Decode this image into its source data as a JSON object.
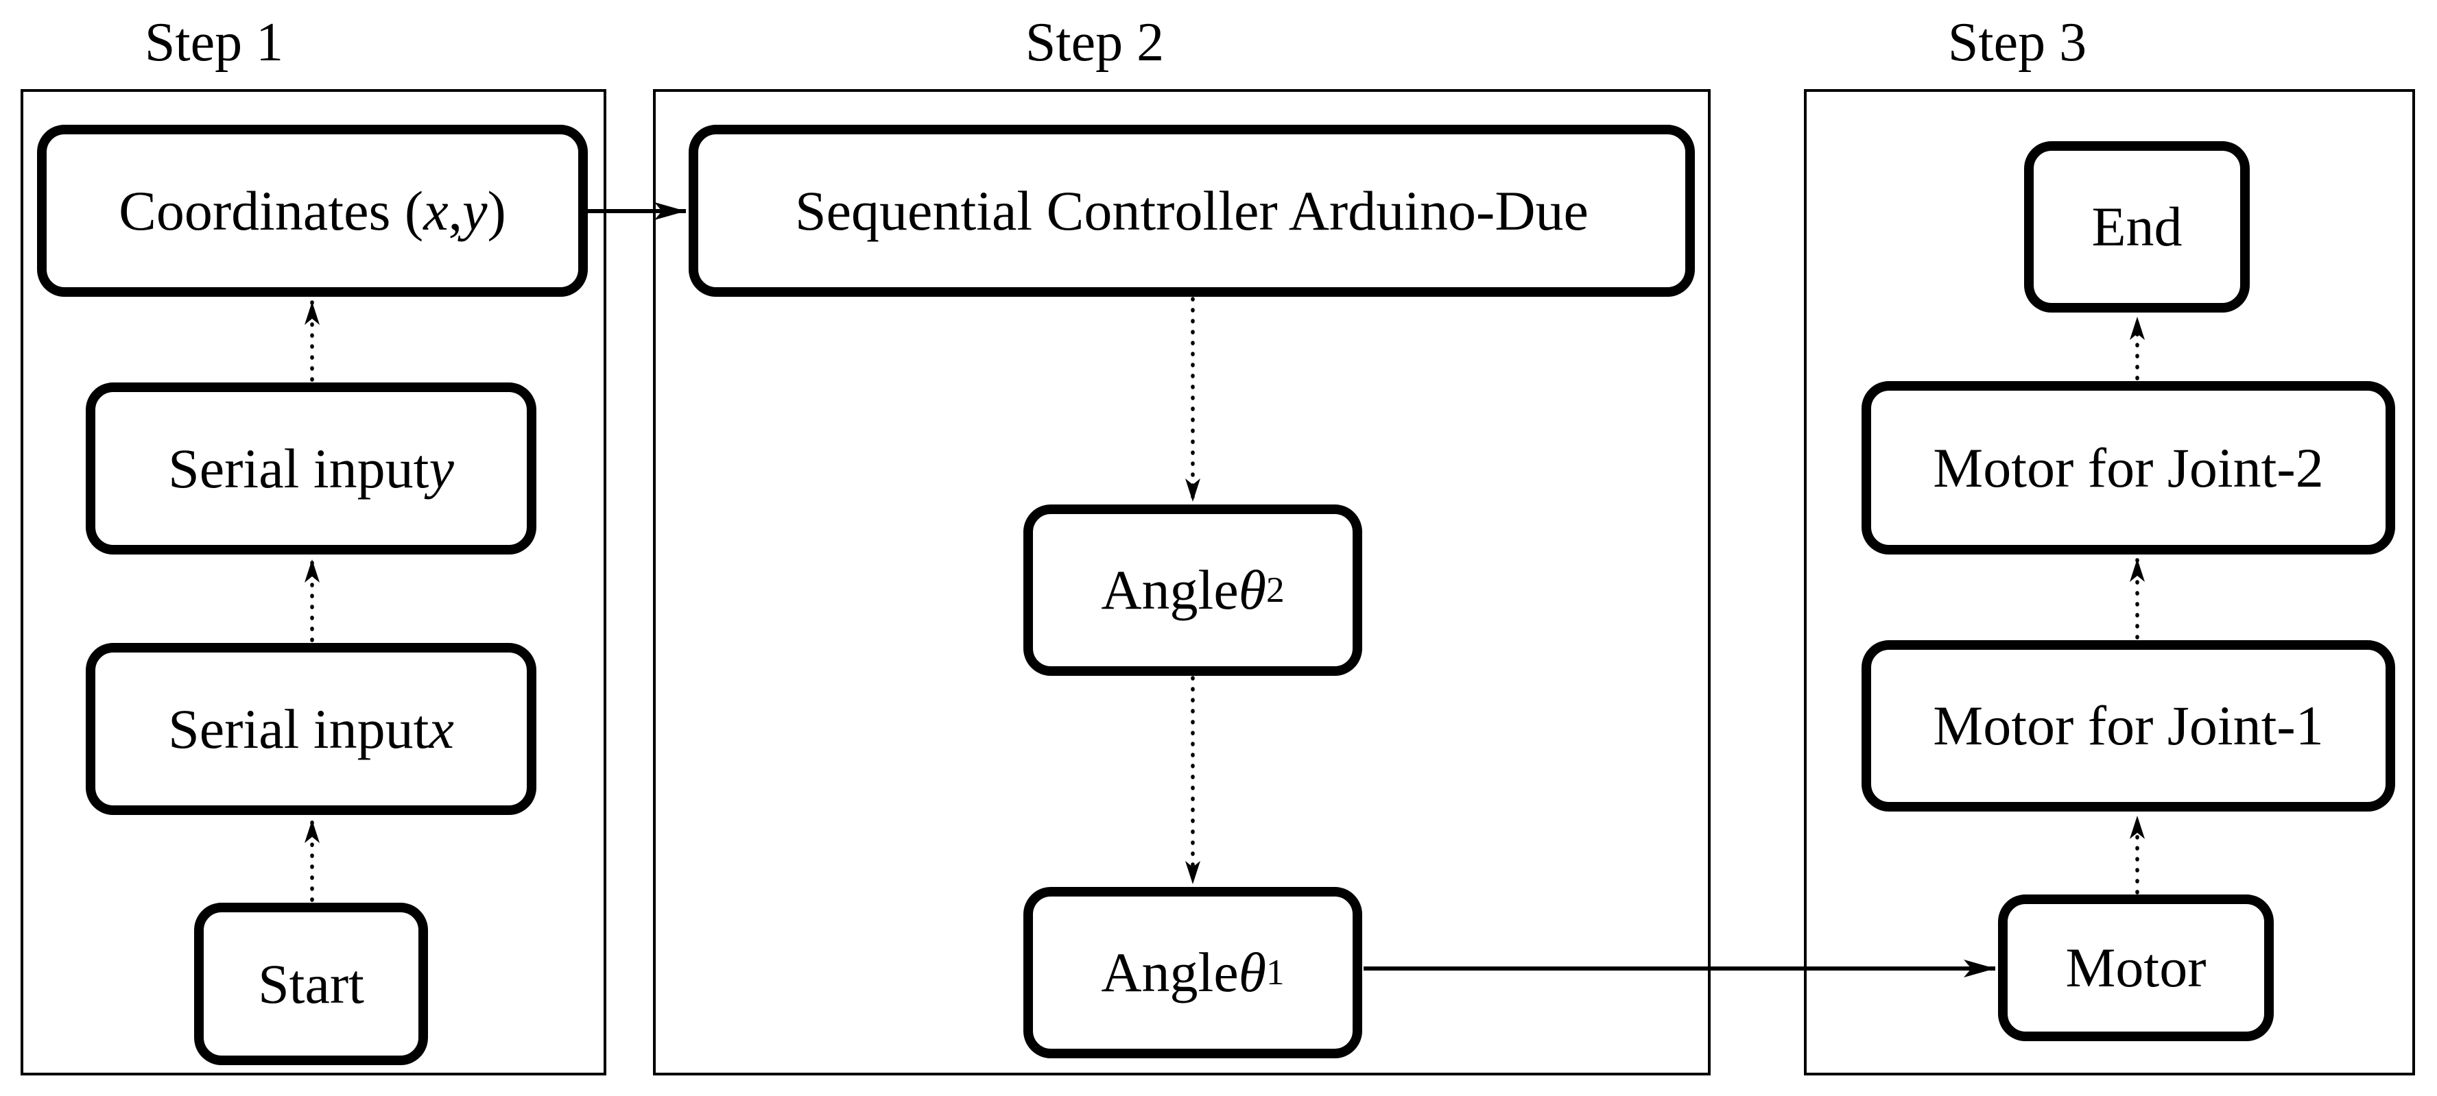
{
  "diagram": {
    "type": "flowchart",
    "background_color": "#ffffff",
    "stroke_color": "#000000",
    "panels": [
      {
        "id": "step1",
        "label": "Step 1"
      },
      {
        "id": "step2",
        "label": "Step 2"
      },
      {
        "id": "step3",
        "label": "Step 3"
      }
    ],
    "nodes": {
      "coordinates": {
        "label": "Coordinates (x,y)",
        "segments": [
          {
            "t": "Coordinates ("
          },
          {
            "t": "x",
            "i": 1
          },
          {
            "t": ","
          },
          {
            "t": "y",
            "i": 1
          },
          {
            "t": ")"
          }
        ]
      },
      "serial_input_y": {
        "label": "Serial input y",
        "segments": [
          {
            "t": "Serial input "
          },
          {
            "t": "y",
            "i": 1
          }
        ]
      },
      "serial_input_x": {
        "label": "Serial input x",
        "segments": [
          {
            "t": "Serial input "
          },
          {
            "t": "x",
            "i": 1
          }
        ]
      },
      "start": {
        "label": "Start",
        "segments": [
          {
            "t": "Start"
          }
        ]
      },
      "controller": {
        "label": "Sequential Controller Arduino-Due",
        "segments": [
          {
            "t": "Sequential Controller Arduino-Due"
          }
        ]
      },
      "angle_theta_2": {
        "label": "Angle θ2",
        "segments": [
          {
            "t": "Angle "
          },
          {
            "t": "θ",
            "i": 1
          },
          {
            "t": "2",
            "s": 1
          }
        ]
      },
      "angle_theta_1": {
        "label": "Angle θ1",
        "segments": [
          {
            "t": "Angle "
          },
          {
            "t": "θ",
            "i": 1
          },
          {
            "t": "1",
            "s": 1
          }
        ]
      },
      "end": {
        "label": "End",
        "segments": [
          {
            "t": "End"
          }
        ]
      },
      "motor_for_joint_2": {
        "label": "Motor for Joint-2",
        "segments": [
          {
            "t": "Motor for Joint-2"
          }
        ]
      },
      "motor_for_joint_1": {
        "label": "Motor for Joint-1",
        "segments": [
          {
            "t": "Motor for Joint-1"
          }
        ]
      },
      "motor": {
        "label": "Motor",
        "segments": [
          {
            "t": "Motor"
          }
        ]
      }
    },
    "edges": [
      {
        "from": "start",
        "to": "serial_input_x",
        "style": "dotted",
        "direction": "up"
      },
      {
        "from": "serial_input_x",
        "to": "serial_input_y",
        "style": "dotted",
        "direction": "up"
      },
      {
        "from": "serial_input_y",
        "to": "coordinates",
        "style": "dotted",
        "direction": "up"
      },
      {
        "from": "coordinates",
        "to": "controller",
        "style": "solid",
        "direction": "right"
      },
      {
        "from": "controller",
        "to": "angle_theta_2",
        "style": "dotted",
        "direction": "down"
      },
      {
        "from": "angle_theta_2",
        "to": "angle_theta_1",
        "style": "dotted",
        "direction": "down"
      },
      {
        "from": "angle_theta_1",
        "to": "motor",
        "style": "solid",
        "direction": "right"
      },
      {
        "from": "motor",
        "to": "motor_for_joint_1",
        "style": "dotted",
        "direction": "up"
      },
      {
        "from": "motor_for_joint_1",
        "to": "motor_for_joint_2",
        "style": "dotted",
        "direction": "up"
      },
      {
        "from": "motor_for_joint_2",
        "to": "end",
        "style": "dotted",
        "direction": "up"
      }
    ]
  }
}
